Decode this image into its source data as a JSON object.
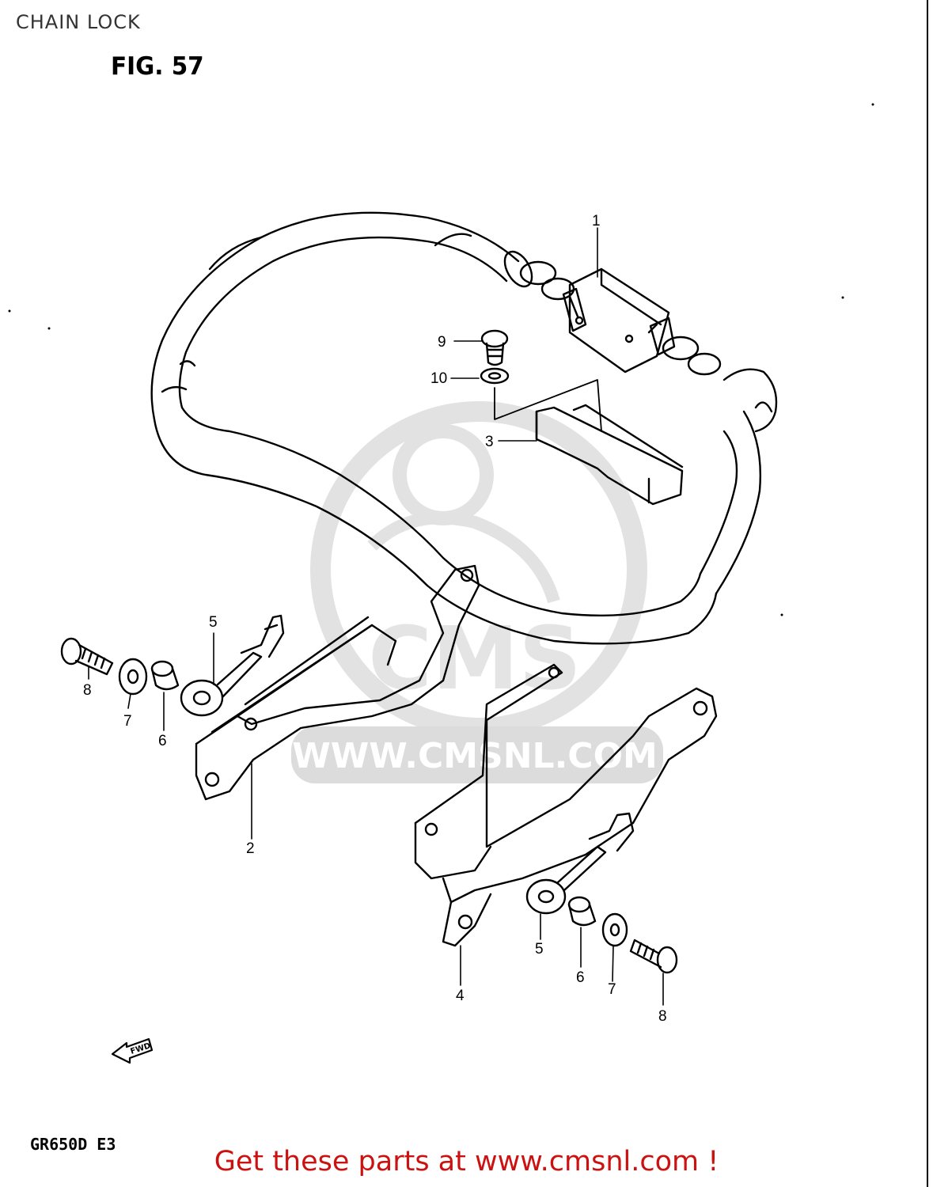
{
  "page": {
    "title": "CHAIN LOCK",
    "figure": "FIG. 57",
    "model": "GR650D E3"
  },
  "fwd_arrow": "FWD",
  "watermark": {
    "text": "WWW.CMSNL.COM",
    "logo": "CMS"
  },
  "promo_text": "Get these parts at www.cmsnl.com !",
  "callouts": {
    "c1": "1",
    "c2": "2",
    "c3": "3",
    "c4": "4",
    "c5a": "5",
    "c5b": "5",
    "c6a": "6",
    "c6b": "6",
    "c7a": "7",
    "c7b": "7",
    "c8a": "8",
    "c8b": "8",
    "c9": "9",
    "c10": "10"
  },
  "colors": {
    "promo": "#cc1111",
    "watermark": "#dddddd",
    "line": "#000000"
  }
}
